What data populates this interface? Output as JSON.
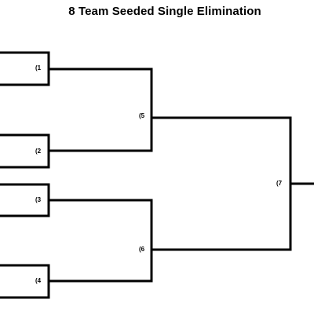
{
  "title": "8 Team Seeded Single Elimination",
  "games": [
    {
      "id": "g1",
      "label": "(1"
    },
    {
      "id": "g2",
      "label": "(2"
    },
    {
      "id": "g3",
      "label": "(3"
    },
    {
      "id": "g4",
      "label": "(4"
    },
    {
      "id": "g5",
      "label": "(5"
    },
    {
      "id": "g6",
      "label": "(6"
    },
    {
      "id": "g7",
      "label": "(7"
    }
  ],
  "colors": {
    "line": "#000000",
    "background": "#ffffff"
  }
}
